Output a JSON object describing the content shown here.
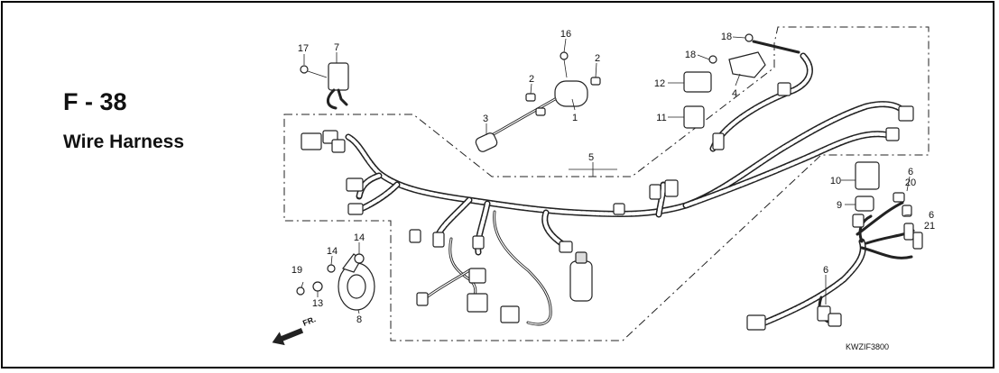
{
  "header": {
    "page_code": "F - 38",
    "title": "Wire Harness"
  },
  "callouts": {
    "c1": "1",
    "c2a": "2",
    "c2b": "2",
    "c3": "3",
    "c4": "4",
    "c5": "5",
    "c6a": "6",
    "c6b": "6",
    "c6c": "6",
    "c7": "7",
    "c8": "8",
    "c9": "9",
    "c10": "10",
    "c11": "11",
    "c12": "12",
    "c13": "13",
    "c14a": "14",
    "c14b": "14",
    "c16": "16",
    "c17": "17",
    "c18a": "18",
    "c18b": "18",
    "c19": "19",
    "c20": "20",
    "c21": "21"
  },
  "direction_label": "FR.",
  "diagram_code": "KWZIF3800",
  "icons": {
    "front_arrow": "front-direction-arrow-icon"
  }
}
